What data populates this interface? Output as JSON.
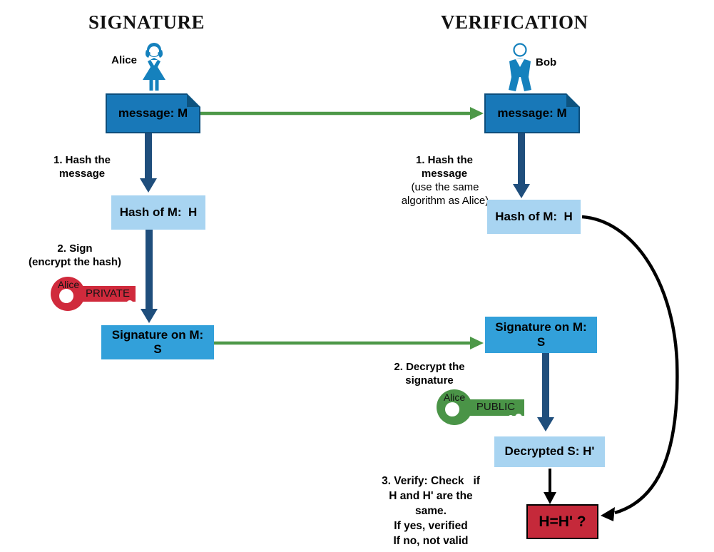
{
  "diagram": {
    "left_title": "SIGNATURE",
    "right_title": "VERIFICATION",
    "alice_label": "Alice",
    "bob_label": "Bob",
    "left": {
      "message_box": "message: M",
      "step1": [
        "1. Hash the",
        "message"
      ],
      "hash_box": "Hash of M:  H",
      "step2": [
        "2. Sign",
        "(encrypt the hash)"
      ],
      "key_owner": "Alice",
      "key_type": "PRIVATE",
      "signature_box": [
        "Signature on M:",
        "S"
      ]
    },
    "right": {
      "message_box": "message: M",
      "step1_bold": [
        "1. Hash the",
        "message"
      ],
      "step1_note": [
        "(use the same",
        "algorithm as Alice)"
      ],
      "hash_box": "Hash of M:  H",
      "signature_box": [
        "Signature on M:",
        "S"
      ],
      "step2": [
        "2. Decrypt the",
        "signature"
      ],
      "key_owner": "Alice",
      "key_type": "PUBLIC",
      "decrypted_box": "Decrypted S: H'",
      "step3": [
        "3. Verify: Check   if",
        "H and H' are the",
        "same.",
        "If yes, verified",
        "If no, not valid"
      ],
      "compare_box": "H=H' ?"
    }
  },
  "colors": {
    "message_fill": "#1878b8",
    "message_fold": "#0d537f",
    "message_border": "#0d4e7c",
    "hash_fill": "#a8d4f1",
    "signature_fill": "#32a0da",
    "compare_fill": "#c5293a",
    "arrow_navy": "#1f4e7c",
    "arrow_green": "#4d9848",
    "arrow_black": "#000000",
    "key_private": "#d02a3c",
    "key_public": "#4a9447",
    "person_blue": "#1581bd"
  }
}
